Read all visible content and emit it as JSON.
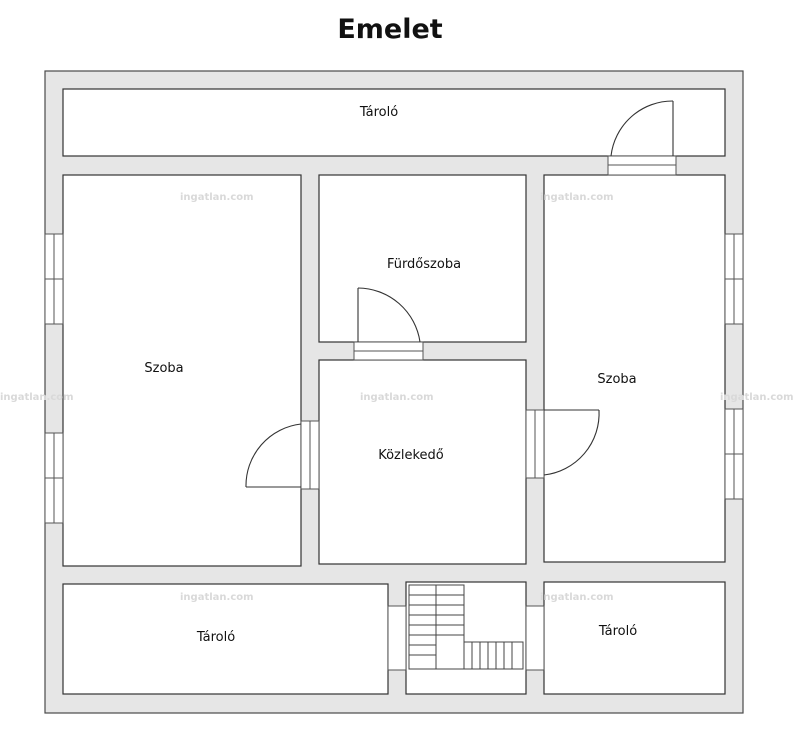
{
  "title": "Emelet",
  "rooms": {
    "top_storage": "Tároló",
    "left_room": "Szoba",
    "bathroom": "Fürdőszoba",
    "corridor": "Közlekedő",
    "right_room": "Szoba",
    "bottom_left_storage": "Tároló",
    "bottom_right_storage": "Tároló"
  },
  "watermark": "ingatlan.com",
  "colors": {
    "wall_fill": "#e6e6e6",
    "wall_stroke": "#4a4a4a",
    "room_fill": "#ffffff",
    "text": "#111111",
    "watermark": "#d9d9d9"
  }
}
